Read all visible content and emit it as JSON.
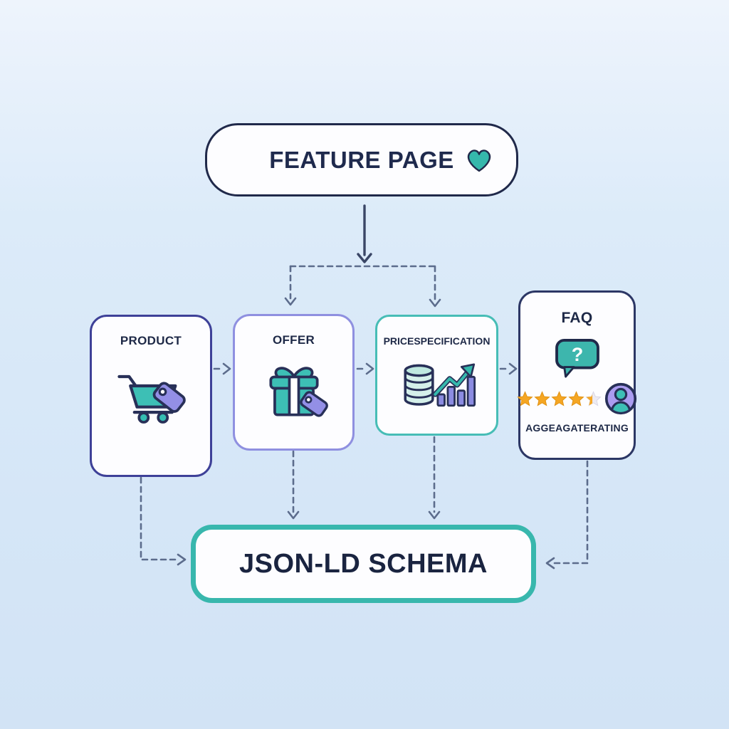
{
  "feature_page": {
    "label": "FEATURE PAGE",
    "icon": "heart-icon",
    "heart_color": "#35b8ac",
    "border_color": "#20294a"
  },
  "cards": [
    {
      "label": "PRODUCT",
      "icon": "shopping-cart-tag-icon",
      "border_color": "#3e4198"
    },
    {
      "label": "OFFER",
      "icon": "gift-tag-icon",
      "border_color": "#8f90e0"
    },
    {
      "label": "PRICESPECIFICATION",
      "icon": "coins-trend-chart-icon",
      "border_color": "#47bdb6"
    },
    {
      "label": "FAQ",
      "sublabel": "AGGEAGATERATING",
      "icon": "question-speech-bubble-icon",
      "bubble_glyph": "?",
      "rating": {
        "full_stars": 4,
        "half_stars": 1,
        "total_stars": 5,
        "star_color": "#f5a623"
      },
      "border_color": "#2c3765"
    }
  ],
  "output": {
    "label": "JSON-LD SCHEMA",
    "border_color": "#38b7ad"
  },
  "connectors": {
    "solid": [
      {
        "from": "feature-page",
        "to": "branch-point"
      }
    ],
    "dashed": [
      {
        "from": "branch-point",
        "to": "offer"
      },
      {
        "from": "branch-point",
        "to": "pricespecification"
      },
      {
        "from": "product",
        "to": "offer"
      },
      {
        "from": "offer",
        "to": "pricespecification"
      },
      {
        "from": "pricespecification",
        "to": "faq"
      },
      {
        "from": "product",
        "to": "json-ld-schema"
      },
      {
        "from": "offer",
        "to": "json-ld-schema"
      },
      {
        "from": "pricespecification",
        "to": "json-ld-schema"
      },
      {
        "from": "faq",
        "to": "json-ld-schema"
      }
    ]
  },
  "colors": {
    "background_top": "#eef4fc",
    "background_bottom": "#d2e3f5",
    "dashed_connector": "#5c6c8c",
    "solid_arrow": "#3a4666",
    "card_background": "#fdfdff",
    "text": "#1e2947",
    "teal_accent": "#3dbfb5",
    "purple_accent": "#938fe6"
  }
}
